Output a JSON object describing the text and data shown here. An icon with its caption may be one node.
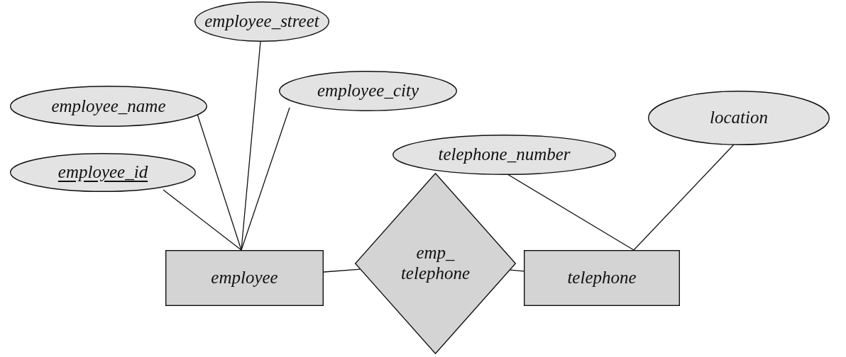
{
  "diagram": {
    "nodes": [
      {
        "text": [
          "employee_street"
        ]
      },
      {
        "text": [
          "employee_name"
        ]
      },
      {
        "text": [
          "employee_city"
        ]
      },
      {
        "text": [
          "employee_id"
        ]
      },
      {
        "text": [
          "employee"
        ]
      },
      {
        "text": [
          "emp_ telephone"
        ]
      },
      {
        "text": [
          "telephone"
        ]
      },
      {
        "text": [
          "telephone_number"
        ]
      },
      {
        "text": [
          "location"
        ]
      }
    ],
    "edges": [
      {
        "from": 0,
        "to": 4,
        "arrow": "none"
      },
      {
        "from": 1,
        "to": 4,
        "arrow": "none"
      },
      {
        "from": 2,
        "to": 4,
        "arrow": "none"
      },
      {
        "from": 3,
        "to": 4,
        "arrow": "none"
      },
      {
        "from": 4,
        "to": 5,
        "arrow": "none"
      },
      {
        "from": 5,
        "to": 6,
        "arrow": "none"
      },
      {
        "from": 7,
        "to": 6,
        "arrow": "none"
      },
      {
        "from": 8,
        "to": 6,
        "arrow": "none"
      }
    ]
  }
}
